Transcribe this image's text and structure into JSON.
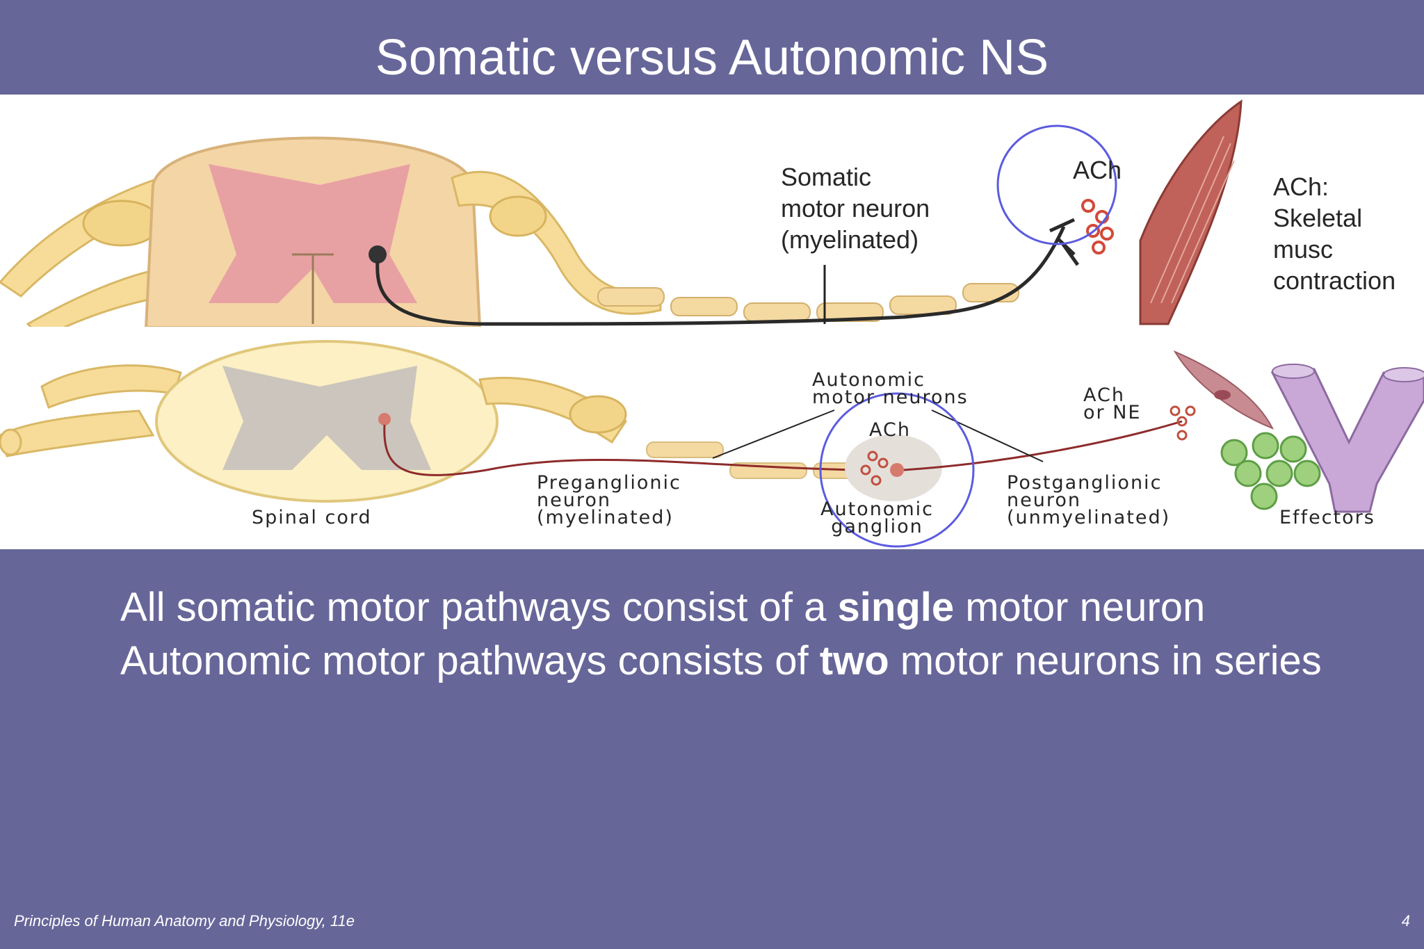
{
  "slide": {
    "title": "Somatic versus Autonomic NS",
    "page_number": "4",
    "footer_source": "Principles of Human Anatomy and Physiology, 11e"
  },
  "figure": {
    "somatic": {
      "neuron_label": "Somatic\nmotor neuron\n(myelinated)",
      "synapse_label": "ACh",
      "effect_label": "ACh:\nSkeletal musc\ncontraction"
    },
    "autonomic": {
      "motor_neurons_label": "Autonomic\nmotor neurons",
      "ganglion_nt_label": "ACh",
      "effector_nt_label": "ACh\nor NE",
      "spinal_cord_label": "Spinal cord",
      "preganglionic_label": "Preganglionic\nneuron\n(myelinated)",
      "ganglion_label": "Autonomic\nganglion",
      "postganglionic_label": "Postganglionic\nneuron\n(unmyelinated)",
      "effectors_label": "Effectors"
    },
    "colors": {
      "highlight_circle": "#5b5be0",
      "gray_matter_somatic": "#e8a1a3",
      "gray_matter_autonomic": "#cbc5bd",
      "nerve": "#f3d98e",
      "muscle": "#c0625a",
      "axon_autonomic": "#8e2b2b"
    }
  },
  "bullets": [
    {
      "pre": "All somatic motor pathways consist of a ",
      "bold": "single",
      "post": " motor neuron"
    },
    {
      "pre": "Autonomic motor pathways consists of ",
      "bold": "two",
      "post": " motor neurons in series"
    }
  ]
}
